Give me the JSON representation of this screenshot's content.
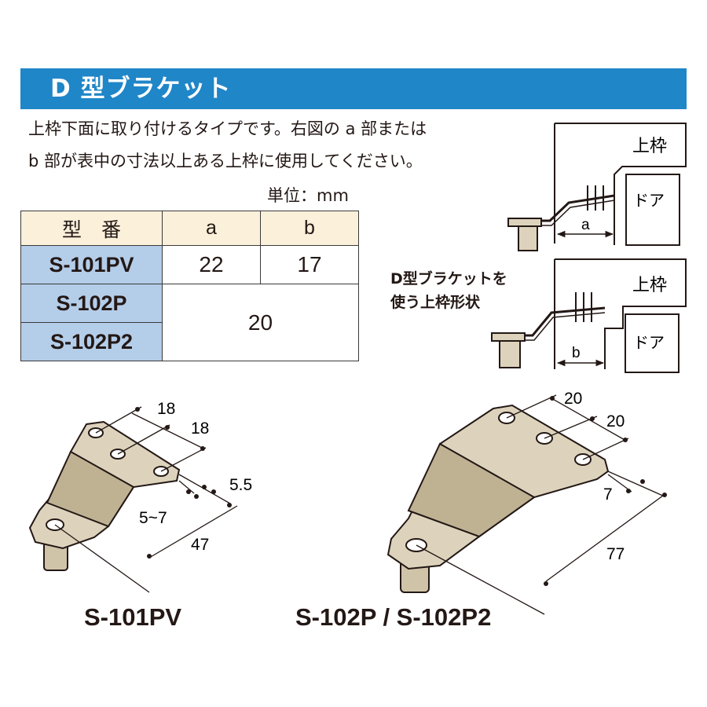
{
  "title": "D 型ブラケット",
  "description": {
    "line1": "上枠下面に取り付けるタイプです。右図の a 部または",
    "line2": "b 部が表中の寸法以上ある上枠に使用してください。"
  },
  "unit": "単位：mm",
  "table": {
    "headers": [
      "型　番",
      "a",
      "b"
    ],
    "rows": [
      {
        "model": "S-101PV",
        "a": "22",
        "b": "17"
      },
      {
        "model": "S-102P",
        "ab": "20"
      },
      {
        "model": "S-102P2"
      }
    ]
  },
  "diagram_top": {
    "frame": "上枠",
    "door": "ドア",
    "dim": "a"
  },
  "diagram_caption": {
    "line1": "D型ブラケットを",
    "line2": "使う上枠形状"
  },
  "diagram_bottom": {
    "frame": "上枠",
    "door": "ドア",
    "dim": "b"
  },
  "bracket_left": {
    "name": "S-101PV",
    "dims": [
      "18",
      "18",
      "5.5",
      "5~7",
      "47"
    ]
  },
  "bracket_right": {
    "name": "S-102P / S-102P2",
    "dims": [
      "20",
      "20",
      "7",
      "77"
    ]
  },
  "colors": {
    "title_bg": "#1f86c8",
    "header_bg": "#fbf0da",
    "model_bg": "#b4cde9",
    "bracket_light": "#ddd3bc",
    "bracket_dark": "#bfb293"
  }
}
